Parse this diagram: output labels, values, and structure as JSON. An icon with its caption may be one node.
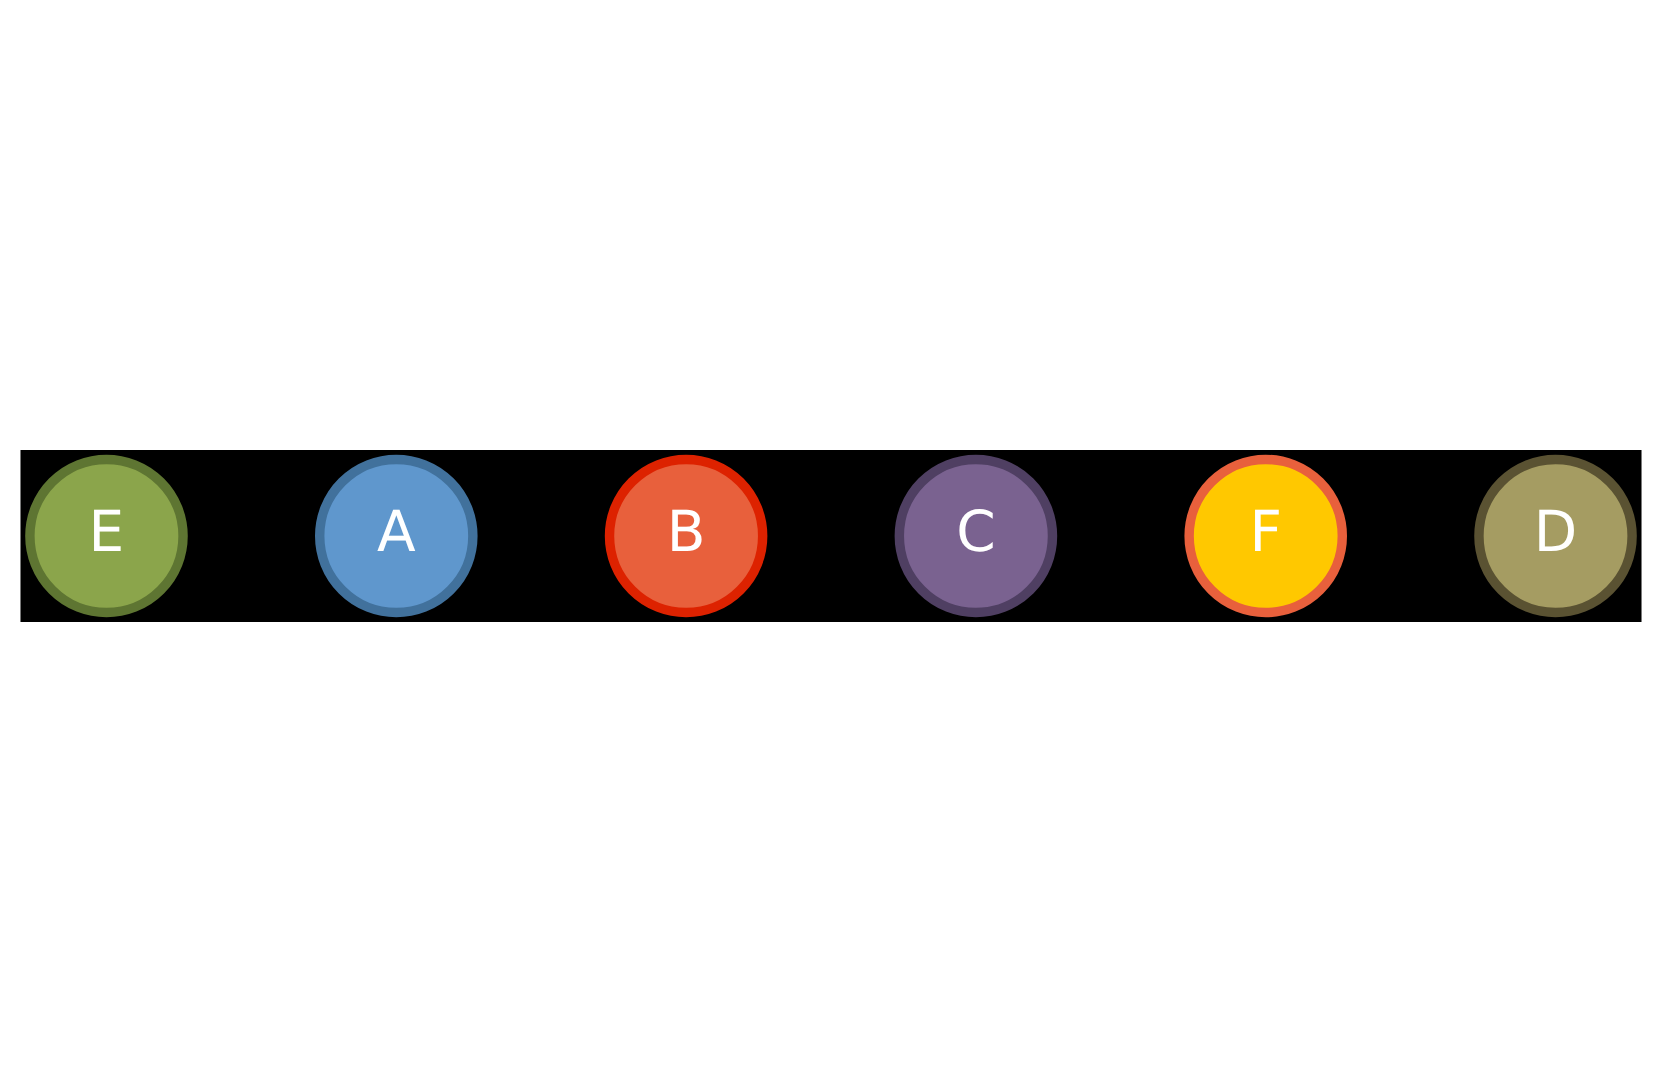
{
  "diagram": {
    "nodes": [
      {
        "text": [
          "E"
        ]
      },
      {
        "text": [
          "A"
        ]
      },
      {
        "text": [
          "B"
        ]
      },
      {
        "text": [
          "C"
        ]
      },
      {
        "text": [
          "F"
        ]
      },
      {
        "text": [
          "D"
        ]
      }
    ]
  }
}
